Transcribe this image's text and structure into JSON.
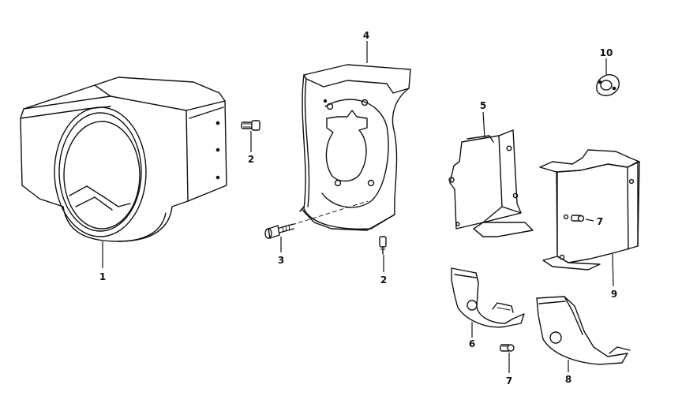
{
  "diagram": {
    "callouts": {
      "c1": "1",
      "c2a": "2",
      "c2b": "2",
      "c3": "3",
      "c4": "4",
      "c5": "5",
      "c6": "6",
      "c7a": "7",
      "c7b": "7",
      "c8": "8",
      "c9": "9",
      "c10": "10"
    },
    "parts": [
      {
        "id": "1",
        "icon": "blower-housing-icon"
      },
      {
        "id": "2",
        "icon": "screw-icon"
      },
      {
        "id": "3",
        "icon": "bolt-icon"
      },
      {
        "id": "4",
        "icon": "cylinder-shield-plate-icon"
      },
      {
        "id": "5",
        "icon": "cylinder-shield-icon"
      },
      {
        "id": "6",
        "icon": "lower-shield-icon"
      },
      {
        "id": "7",
        "icon": "screw-icon"
      },
      {
        "id": "8",
        "icon": "lower-shield-icon"
      },
      {
        "id": "9",
        "icon": "cylinder-head-shield-icon"
      },
      {
        "id": "10",
        "icon": "gasket-icon"
      }
    ],
    "line_color": "#111111",
    "background": "#ffffff"
  }
}
